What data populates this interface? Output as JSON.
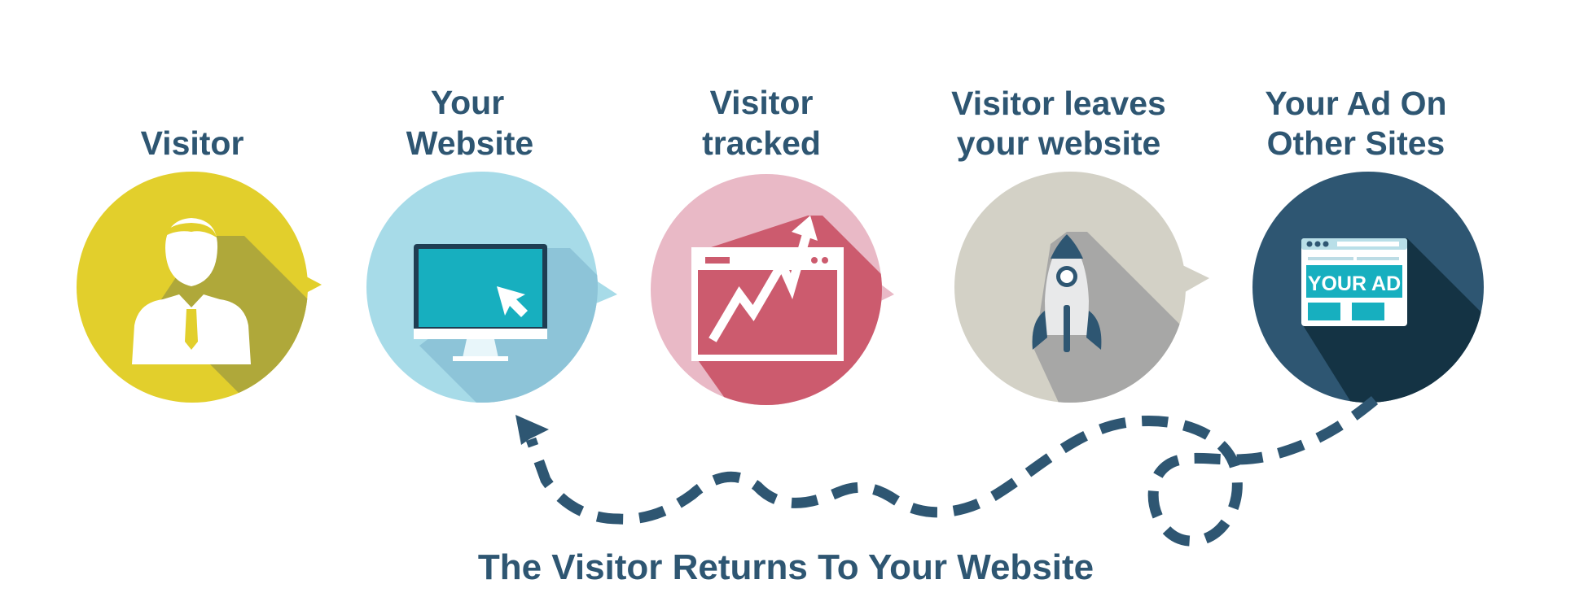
{
  "steps": [
    {
      "line1": "Visitor",
      "line2": "",
      "color": "#e2cf2c",
      "shadow": "#afa83a",
      "icon": "person-icon"
    },
    {
      "line1": "Your",
      "line2": "Website",
      "color": "#a7dbe8",
      "shadow": "#8dc4d8",
      "icon": "monitor-icon"
    },
    {
      "line1": "Visitor",
      "line2": "tracked",
      "color": "#e9b9c6",
      "shadow": "#cc5b6e",
      "icon": "trend-chart-icon"
    },
    {
      "line1": "Visitor leaves",
      "line2": "your website",
      "color": "#d3d1c6",
      "shadow": "#a7a7a6",
      "icon": "rocket-icon"
    },
    {
      "line1": "Your Ad On",
      "line2": "Other Sites",
      "color": "#2e5672",
      "shadow": "#143344",
      "icon": "ad-window-icon"
    }
  ],
  "ad_text": "YOUR AD",
  "return_label": "The Visitor Returns To Your Website",
  "colors": {
    "text": "#2e5672",
    "path": "#2e5672"
  }
}
